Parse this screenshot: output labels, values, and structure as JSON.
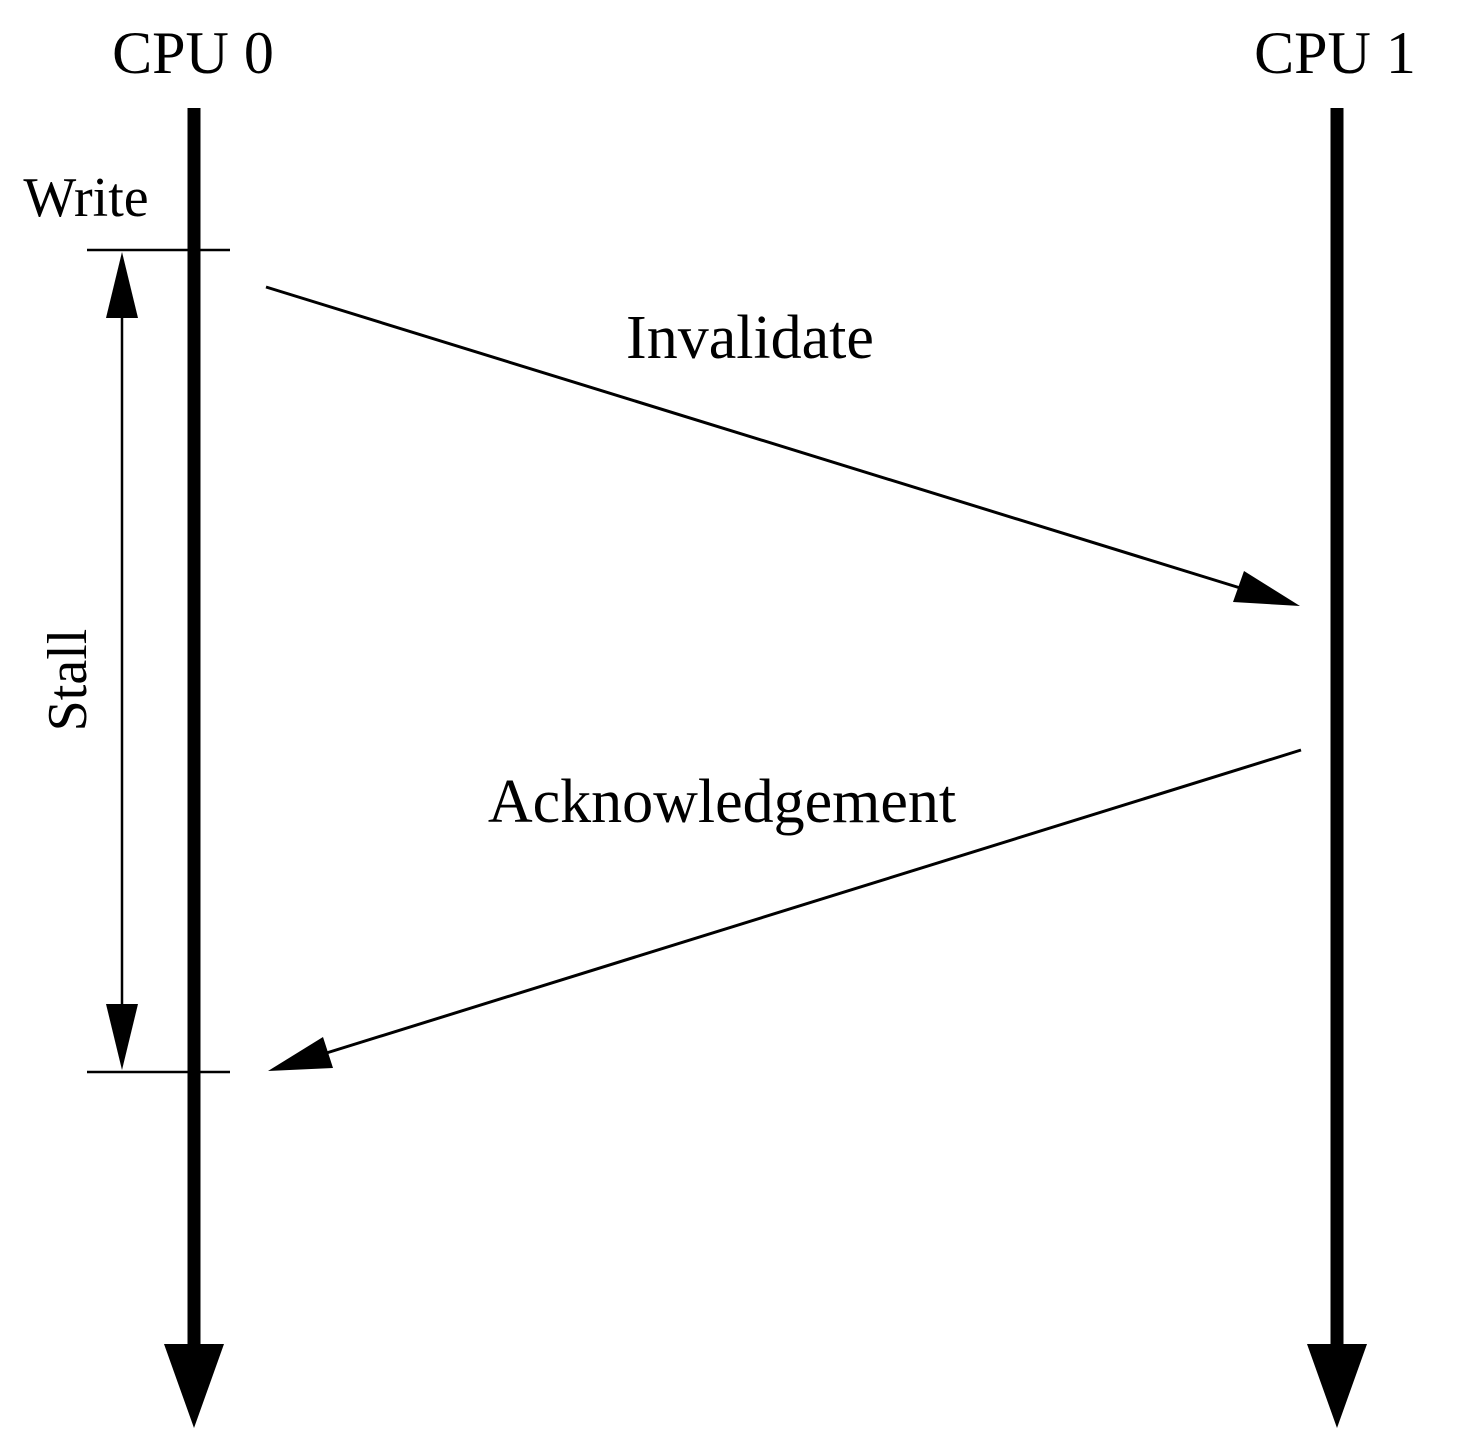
{
  "diagram": {
    "processors": [
      {
        "label": "CPU 0"
      },
      {
        "label": "CPU 1"
      }
    ],
    "messages": [
      {
        "label": "Invalidate",
        "from": "CPU 0",
        "to": "CPU 1"
      },
      {
        "label": "Acknowledgement",
        "from": "CPU 1",
        "to": "CPU 0"
      }
    ],
    "events": {
      "write_label": "Write",
      "stall_label": "Stall"
    },
    "colors": {
      "ink": "#000000",
      "background": "#ffffff"
    }
  }
}
